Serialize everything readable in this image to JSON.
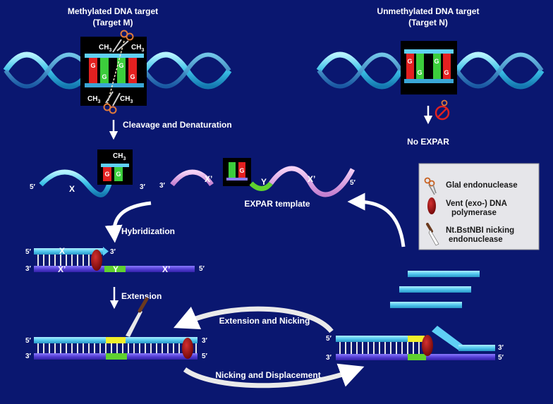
{
  "titles": {
    "methylated_line1": "Methylated DNA target",
    "methylated_line2": "(Target M)",
    "unmethylated_line1": "Unmethylated DNA target",
    "unmethylated_line2": "(Target N)"
  },
  "methyl": {
    "ch": "CH",
    "sub": "3",
    "base_g": "G"
  },
  "steps": {
    "cleavage": "Cleavage and Denaturation",
    "no_expar": "No EXPAR",
    "expar_template": "EXPAR template",
    "hybridization": "Hybridization",
    "extension": "Extension",
    "extension_nicking": "Extension and Nicking",
    "nicking_displacement": "Nicking and Displacement"
  },
  "strand_labels": {
    "five_prime": "5′",
    "three_prime": "3′",
    "x": "X",
    "x_prime": "X’",
    "y": "Y"
  },
  "legend": {
    "items": [
      {
        "icon": "scissors-icon",
        "label_line1": "GlaI endonuclease",
        "label_line2": ""
      },
      {
        "icon": "polymerase-icon",
        "label_line1": "Vent (exo-) DNA",
        "label_line2": "polymerase"
      },
      {
        "icon": "nicking-knife-icon",
        "label_line1": "Nt.BstNBI nicking",
        "label_line2": "endonuclease"
      }
    ]
  },
  "colors": {
    "background": "#0a1770",
    "strand_light": "#5fd0f5",
    "strand_dark": "#5a40d8",
    "segment_y": "#5fd12f",
    "segment_yellow": "#f2ef2a",
    "polymerase": "#9b1010",
    "template_pink": "#e3a8e8",
    "legend_bg": "#e6e6ea"
  }
}
